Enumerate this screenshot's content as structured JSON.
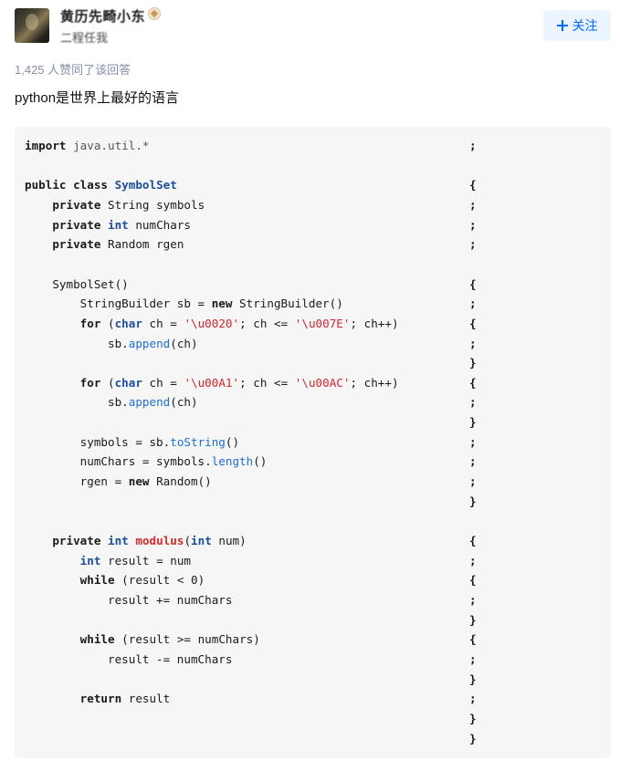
{
  "author": {
    "name": "黄历先畸小东",
    "headline": "二程任我"
  },
  "follow_button": {
    "label": "关注"
  },
  "votes": {
    "text": "1,425 人赞同了该回答"
  },
  "answer": {
    "text": "python是世界上最好的语言"
  },
  "code": {
    "lines": [
      [
        {
          "t": "import",
          "c": "kw"
        },
        {
          "t": " java.util.*",
          "c": "imp"
        }
      ],
      [],
      [
        {
          "t": "public class ",
          "c": "kw"
        },
        {
          "t": "SymbolSet",
          "c": "cls"
        }
      ],
      [
        {
          "t": "    "
        },
        {
          "t": "private",
          "c": "kw"
        },
        {
          "t": " String symbols"
        }
      ],
      [
        {
          "t": "    "
        },
        {
          "t": "private",
          "c": "kw"
        },
        {
          "t": " "
        },
        {
          "t": "int",
          "c": "type"
        },
        {
          "t": " numChars"
        }
      ],
      [
        {
          "t": "    "
        },
        {
          "t": "private",
          "c": "kw"
        },
        {
          "t": " Random rgen"
        }
      ],
      [],
      [
        {
          "t": "    SymbolSet()"
        }
      ],
      [
        {
          "t": "        StringBuilder sb = "
        },
        {
          "t": "new",
          "c": "kw"
        },
        {
          "t": " StringBuilder()"
        }
      ],
      [
        {
          "t": "        "
        },
        {
          "t": "for",
          "c": "kw"
        },
        {
          "t": " ("
        },
        {
          "t": "char",
          "c": "type"
        },
        {
          "t": " ch = "
        },
        {
          "t": "'\\u0020'",
          "c": "str"
        },
        {
          "t": "; ch <= "
        },
        {
          "t": "'\\u007E'",
          "c": "str"
        },
        {
          "t": "; ch++)"
        }
      ],
      [
        {
          "t": "            sb."
        },
        {
          "t": "append",
          "c": "fn"
        },
        {
          "t": "(ch)"
        }
      ],
      [],
      [
        {
          "t": "        "
        },
        {
          "t": "for",
          "c": "kw"
        },
        {
          "t": " ("
        },
        {
          "t": "char",
          "c": "type"
        },
        {
          "t": " ch = "
        },
        {
          "t": "'\\u00A1'",
          "c": "str"
        },
        {
          "t": "; ch <= "
        },
        {
          "t": "'\\u00AC'",
          "c": "str"
        },
        {
          "t": "; ch++)"
        }
      ],
      [
        {
          "t": "            sb."
        },
        {
          "t": "append",
          "c": "fn"
        },
        {
          "t": "(ch)"
        }
      ],
      [],
      [
        {
          "t": "        symbols = sb."
        },
        {
          "t": "toString",
          "c": "fn"
        },
        {
          "t": "()"
        }
      ],
      [
        {
          "t": "        numChars = symbols."
        },
        {
          "t": "length",
          "c": "fn"
        },
        {
          "t": "()"
        }
      ],
      [
        {
          "t": "        rgen = "
        },
        {
          "t": "new",
          "c": "kw"
        },
        {
          "t": " Random()"
        }
      ],
      [],
      [],
      [
        {
          "t": "    "
        },
        {
          "t": "private",
          "c": "kw"
        },
        {
          "t": " "
        },
        {
          "t": "int",
          "c": "type"
        },
        {
          "t": " "
        },
        {
          "t": "modulus",
          "c": "def"
        },
        {
          "t": "("
        },
        {
          "t": "int",
          "c": "type"
        },
        {
          "t": " num)"
        }
      ],
      [
        {
          "t": "        "
        },
        {
          "t": "int",
          "c": "type"
        },
        {
          "t": " result = num"
        }
      ],
      [
        {
          "t": "        "
        },
        {
          "t": "while",
          "c": "kw"
        },
        {
          "t": " (result < 0)"
        }
      ],
      [
        {
          "t": "            result += numChars"
        }
      ],
      [],
      [
        {
          "t": "        "
        },
        {
          "t": "while",
          "c": "kw"
        },
        {
          "t": " (result >= numChars)"
        }
      ],
      [
        {
          "t": "            result -= numChars"
        }
      ],
      [],
      [
        {
          "t": "        "
        },
        {
          "t": "return",
          "c": "kw"
        },
        {
          "t": " result"
        }
      ],
      [],
      []
    ],
    "punctuation": [
      ";",
      "",
      "{",
      ";",
      ";",
      ";",
      "",
      "{",
      ";",
      "{",
      ";",
      "}",
      "{",
      ";",
      "}",
      ";",
      ";",
      ";",
      "}",
      "",
      "{",
      ";",
      "{",
      ";",
      "}",
      "{",
      ";",
      "}",
      ";",
      "}",
      "}"
    ]
  }
}
